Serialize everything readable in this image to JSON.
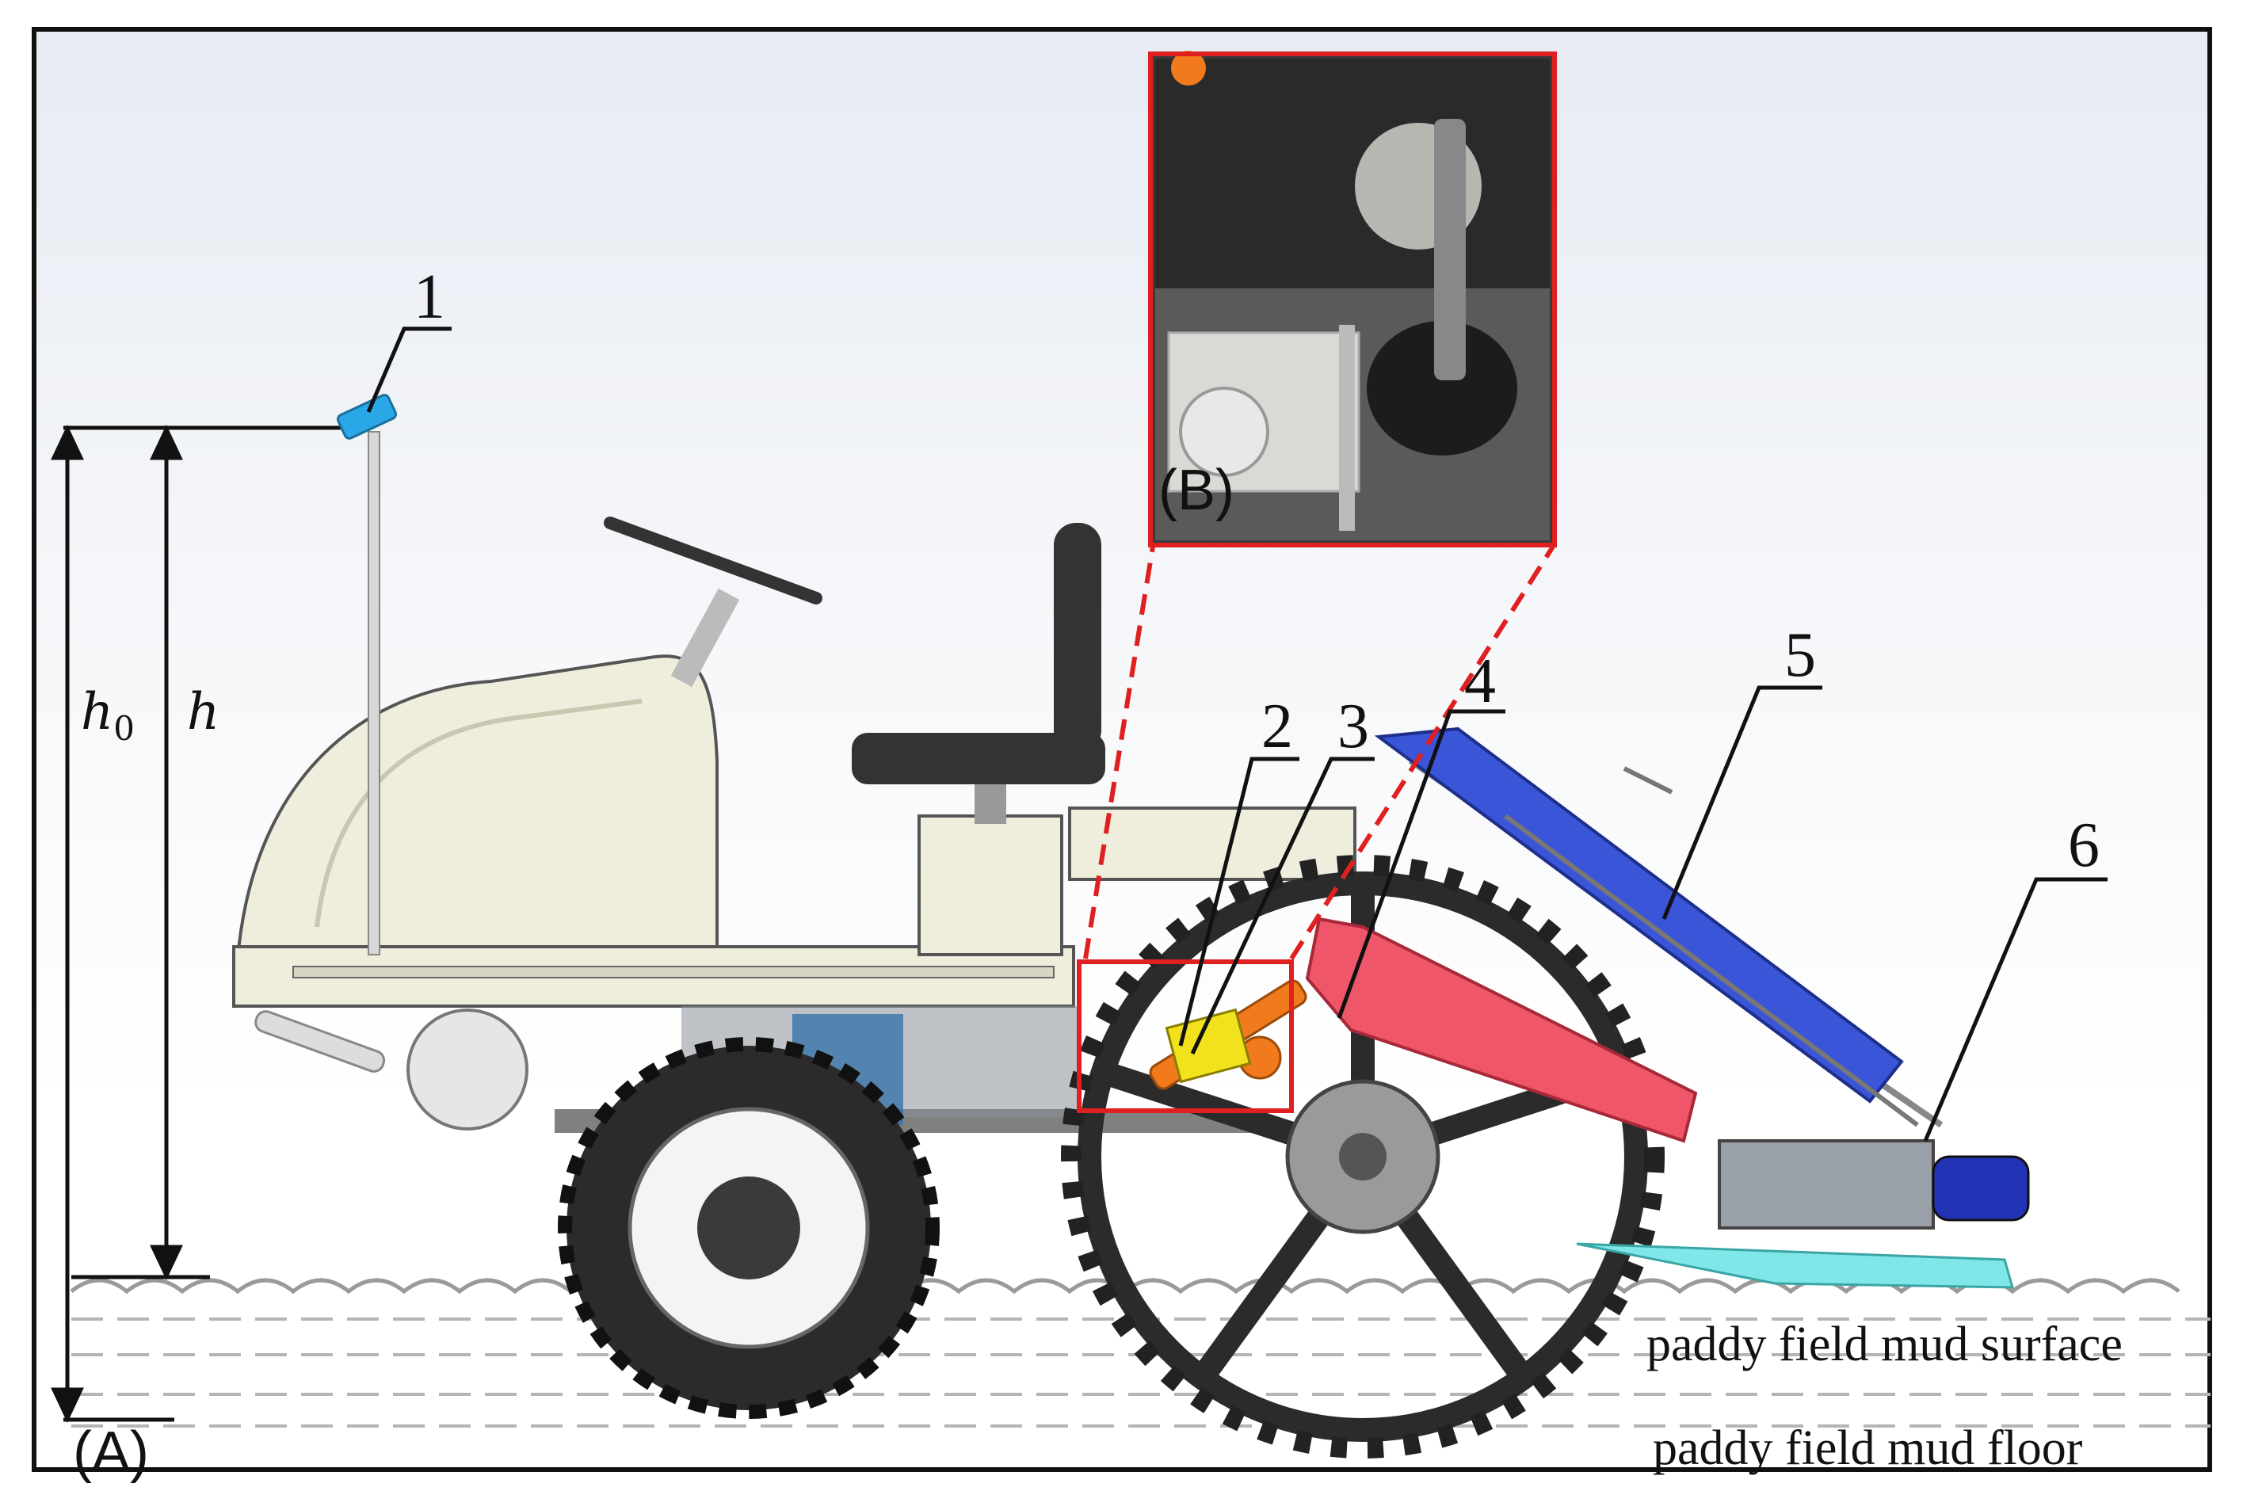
{
  "panels": {
    "a": "(A)",
    "b": "(B)"
  },
  "heights": {
    "h0": "h",
    "h0_sub": "0",
    "h": "h"
  },
  "callouts": [
    "1",
    "2",
    "3",
    "4",
    "5",
    "6"
  ],
  "surfaces": {
    "mud_surface": "paddy field mud surface",
    "mud_floor": "paddy field mud floor"
  },
  "colors": {
    "sensor": "#2aa7e6",
    "yellow_part": "#f2e21e",
    "orange_part": "#f07a1c",
    "arm": "#f0566a",
    "planter_cover": "#3a55d8",
    "float": "#7fe7e7",
    "highlight": "#e02020",
    "body_cream": "#efeedd"
  }
}
